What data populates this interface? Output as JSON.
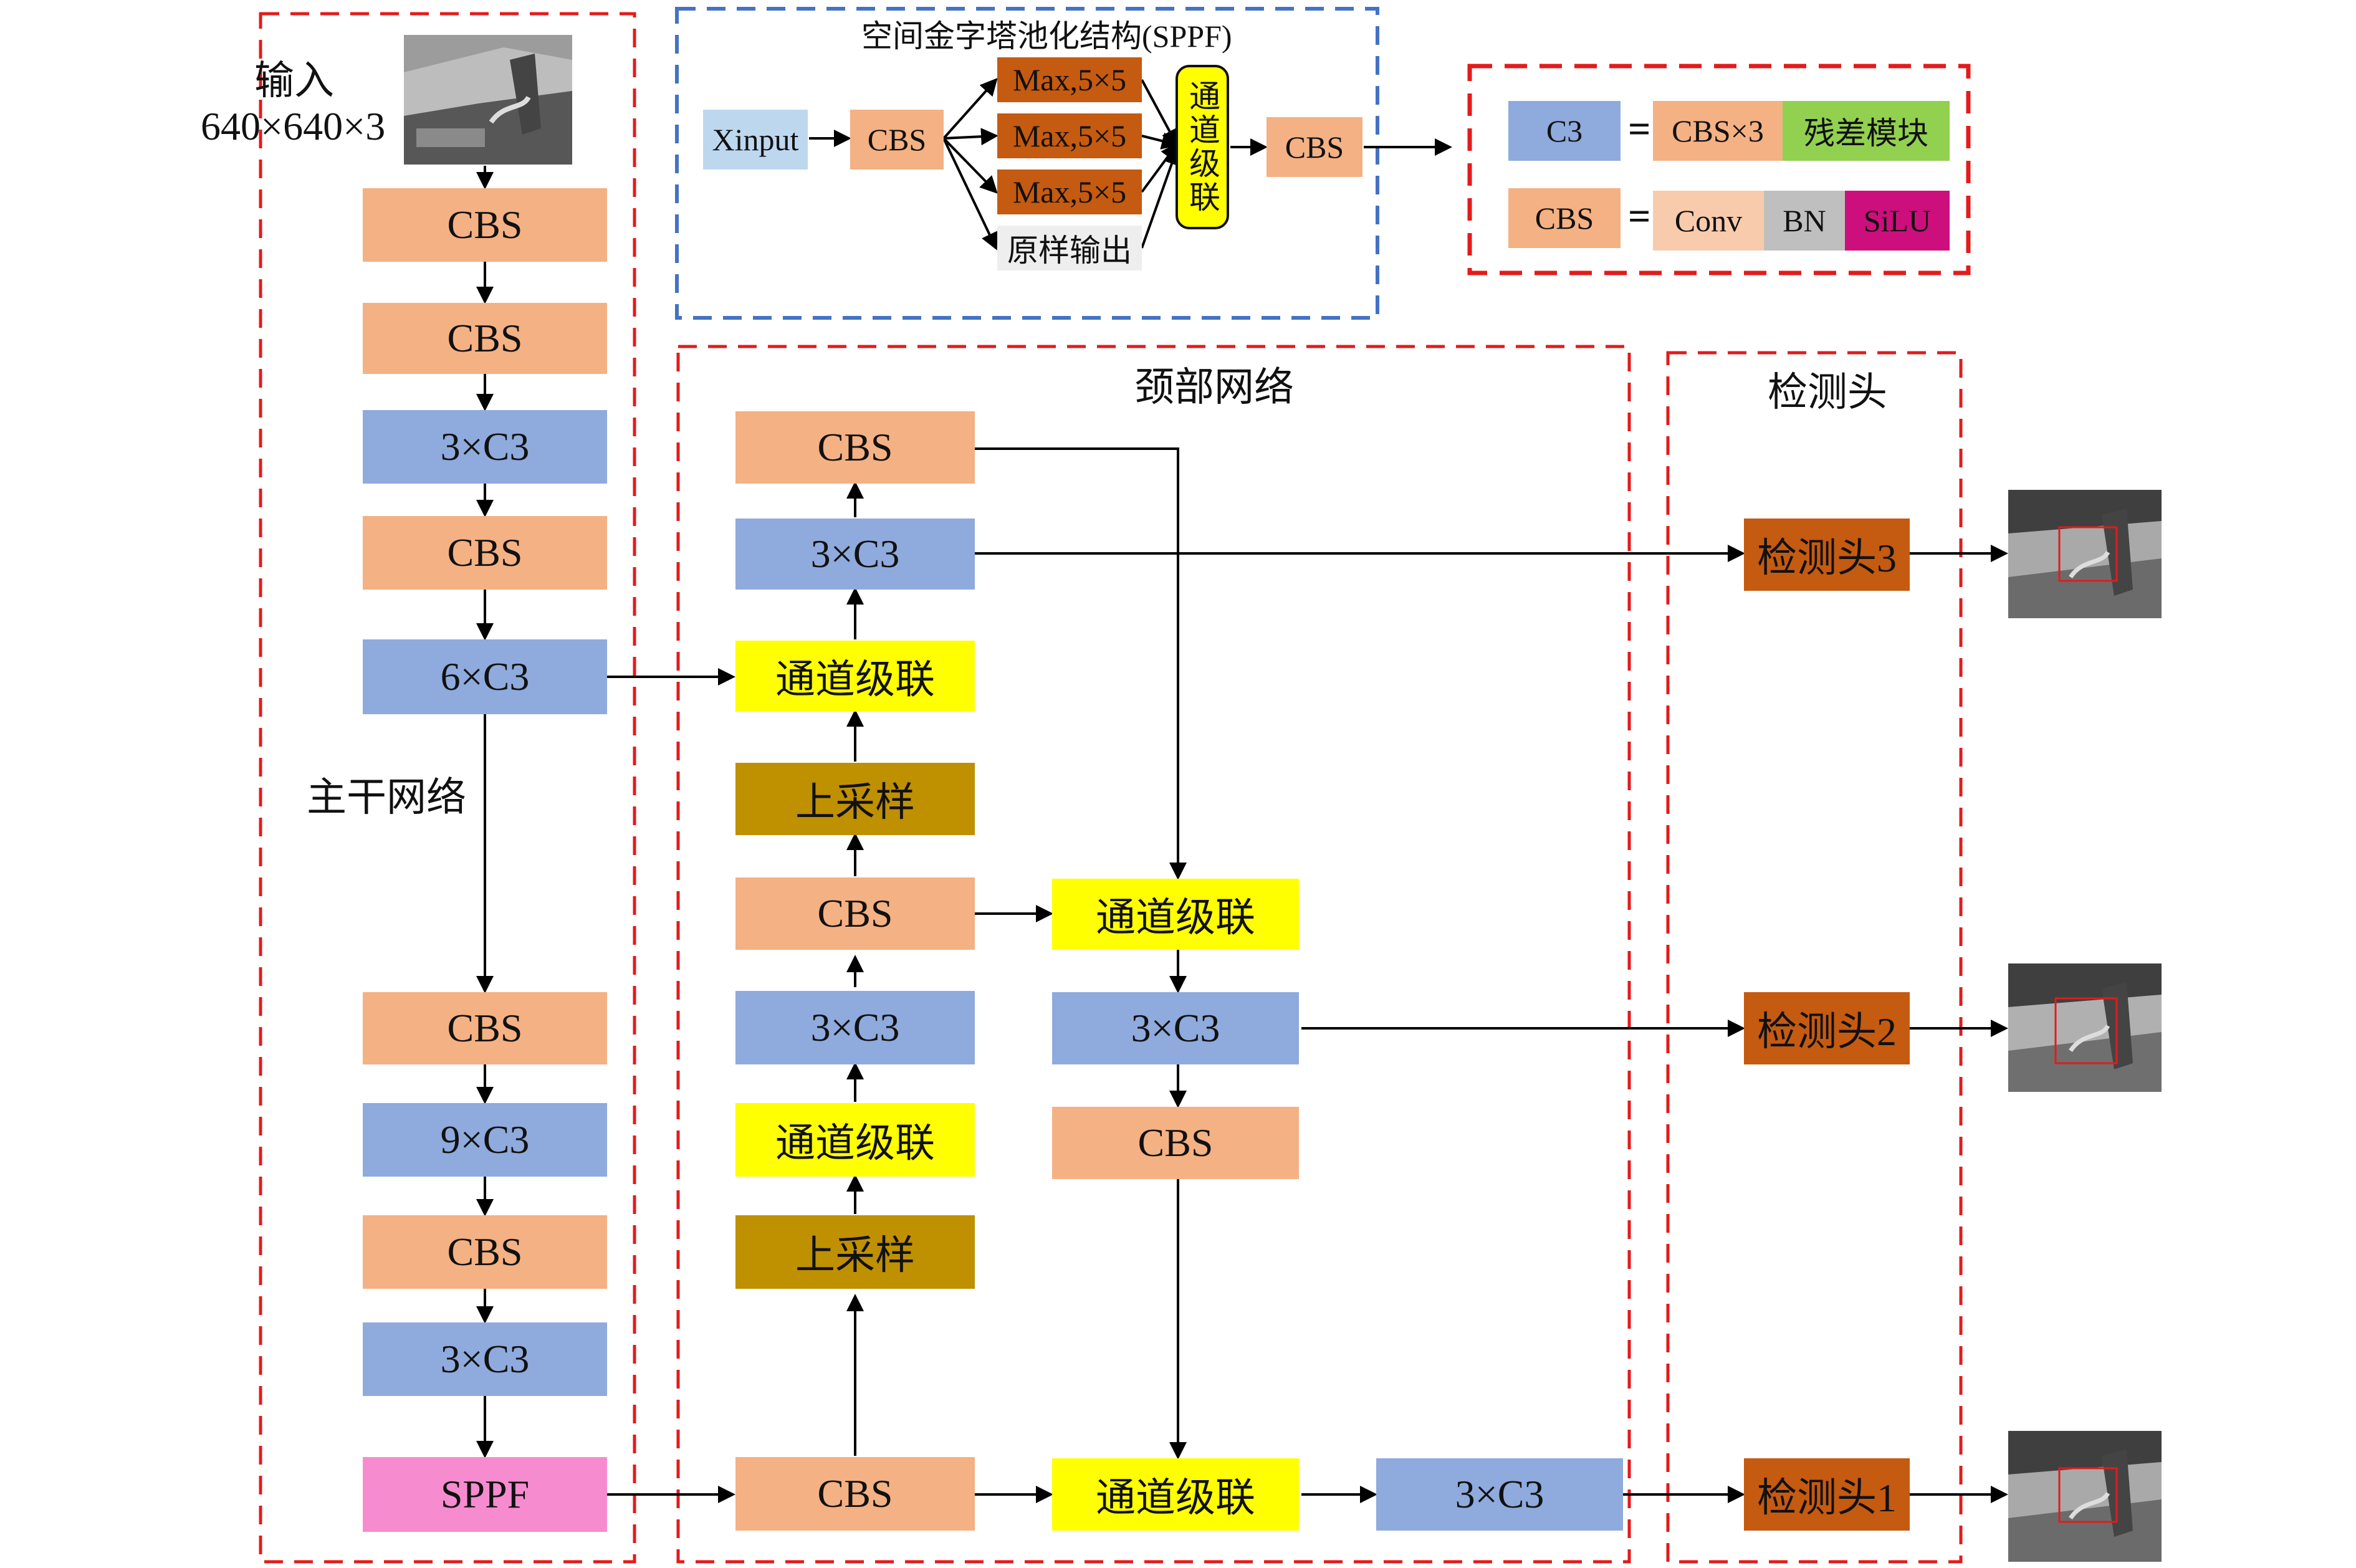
{
  "title": {
    "sppf": "空间金字塔池化结构(SPPF)",
    "neck": "颈部网络",
    "head": "检测头",
    "backbone": "主干网络"
  },
  "input": {
    "label": "输入",
    "size": "640×640×3"
  },
  "backbone": {
    "b1": "CBS",
    "b2": "CBS",
    "b3": "3×C3",
    "b4": "CBS",
    "b5": "6×C3",
    "b6": "CBS",
    "b7": "9×C3",
    "b8": "CBS",
    "b9": "3×C3",
    "b10": "SPPF"
  },
  "neck": {
    "n_cbs_top": "CBS",
    "n_c3_top": "3×C3",
    "n_cat1": "通道级联",
    "n_up1": "上采样",
    "n_cbs_mid": "CBS",
    "n_c3_mid": "3×C3",
    "n_cat2": "通道级联",
    "n_up2": "上采样",
    "n_cbs_bot": "CBS",
    "r_cat1": "通道级联",
    "r_c3": "3×C3",
    "r_cbs": "CBS",
    "r_cat2": "通道级联",
    "r_c3_bot": "3×C3"
  },
  "heads": {
    "h3": "检测头3",
    "h2": "检测头2",
    "h1": "检测头1"
  },
  "sppf": {
    "xinput": "Xinput",
    "cbs_in": "CBS",
    "max1": "Max,5×5",
    "max2": "Max,5×5",
    "max3": "Max,5×5",
    "raw": "原样输出",
    "concat": "通道级联",
    "cbs_out": "CBS"
  },
  "legend": {
    "c3": "C3",
    "eq1": "=",
    "cbs3": "CBS×3",
    "res": "残差模块",
    "cbs": "CBS",
    "eq2": "=",
    "conv": "Conv",
    "bn": "BN",
    "silu": "SiLU"
  },
  "colors": {
    "cbs": "#f4b183",
    "c3": "#8faadc",
    "concat": "#ffff00",
    "upsample": "#bf9000",
    "sppf": "#f78bd0",
    "head": "#c55a11",
    "frame_red": "#e31b1b",
    "frame_blue": "#4472c4"
  }
}
